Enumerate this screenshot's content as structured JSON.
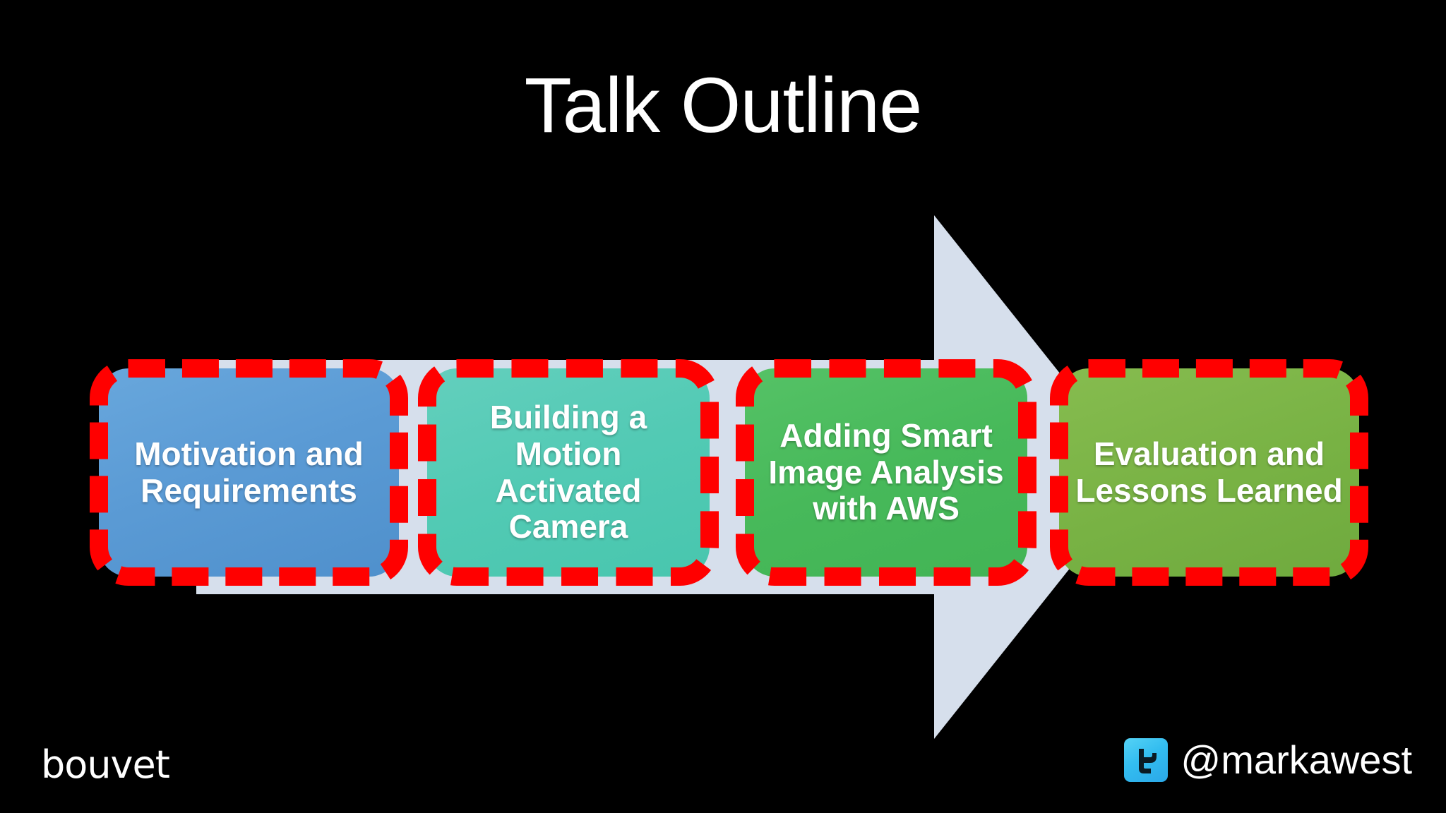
{
  "slide": {
    "title": "Talk Outline",
    "background_color": "#000000",
    "title_color": "#FFFFFF"
  },
  "arrow": {
    "name": "process-arrow",
    "fill_color": "#D6DFEC",
    "direction": "right"
  },
  "process": {
    "outline_color": "#FF0000",
    "stages": [
      {
        "label": "Motivation and Requirements",
        "color": "#5B9BD5",
        "icon": "stage-box-icon"
      },
      {
        "label": "Building a Motion Activated Camera",
        "color": "#52CAB4",
        "icon": "stage-box-icon"
      },
      {
        "label": "Adding Smart Image Analysis with AWS",
        "color": "#47B95A",
        "icon": "stage-box-icon"
      },
      {
        "label": "Evaluation and Lessons Learned",
        "color": "#78B244",
        "icon": "stage-box-icon"
      }
    ]
  },
  "footer": {
    "logo_text": "bouvet",
    "twitter_handle": "@markawest",
    "twitter_icon_name": "twitter-icon",
    "twitter_icon_color": "#33BDF0"
  }
}
